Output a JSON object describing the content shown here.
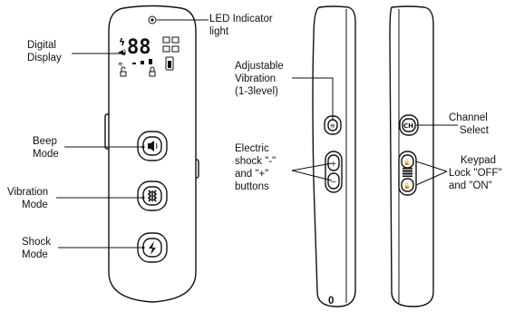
{
  "display": {
    "digits": "88",
    "bottom_digit": "0",
    "ch_label": "CH"
  },
  "labels": {
    "led": [
      "LED Indicator",
      "light"
    ],
    "digital_display": [
      "Digital",
      "Display"
    ],
    "beep_mode": [
      "Beep",
      "Mode"
    ],
    "vibration_mode": [
      "Vibration",
      "Mode"
    ],
    "shock_mode": [
      "Shock",
      "Mode"
    ],
    "adjustable_vibration": [
      "Adjustable",
      "Vibration",
      "(1-3level)"
    ],
    "electric_shock": [
      "Electric",
      "shock \"-\"",
      "and \"+\"",
      "buttons"
    ],
    "channel_select": [
      "Channel",
      "Select"
    ],
    "keypad_lock": [
      "Keypad",
      "Lock \"OFF\"",
      "and \"ON\""
    ]
  },
  "buttons": {
    "plus": "+",
    "minus": "−"
  }
}
